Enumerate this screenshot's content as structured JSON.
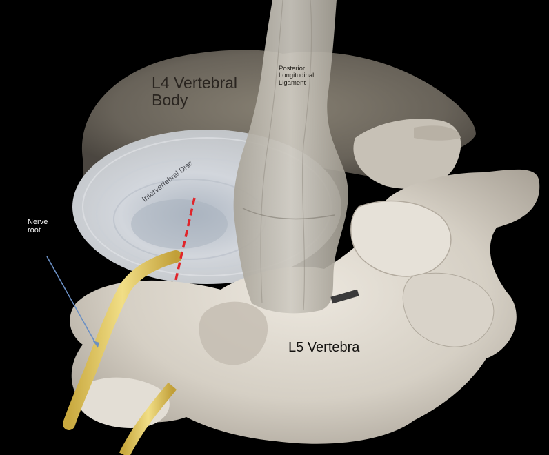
{
  "labels": {
    "l4_vertebral_body": "L4 Vertebral\nBody",
    "posterior_longitudinal_ligament": "Posterior\nLongitudinal\nLigament",
    "intervertebral_disc": "Intervertebral Disc",
    "nerve_root": "Nerve\nroot",
    "l5_vertebra": "L5 Vertebra"
  },
  "colors": {
    "background": "#000000",
    "bone": "#d9d3c9",
    "ligament": "#bdb8ad",
    "disc": "#c6ccd3",
    "nerve": "#e3c86a",
    "incision_line": "#e0242a",
    "pointer_arrow": "#6a8fc4"
  }
}
